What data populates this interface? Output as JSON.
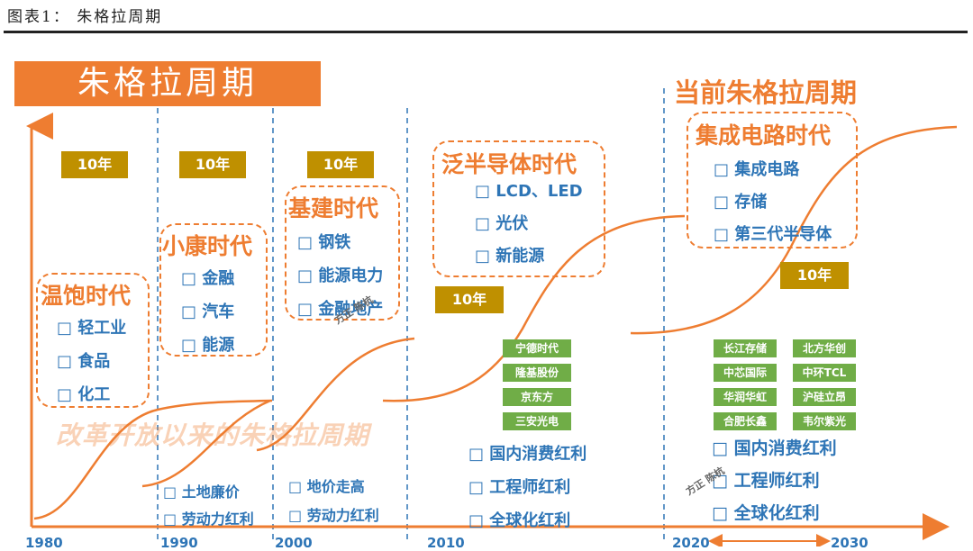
{
  "figure_caption": "图表1：  朱格拉周期",
  "main_title": "朱格拉周期",
  "current_title": "当前朱格拉周期",
  "slogan": "改革开放以来的朱格拉周期",
  "watermark": "方正 陈杭",
  "decade_label": "10年",
  "eras": [
    {
      "title": "温饱时代",
      "items": [
        "□ 轻工业",
        "□ 食品",
        "□ 化工"
      ]
    },
    {
      "title": "小康时代",
      "items": [
        "□ 金融",
        "□ 汽车",
        "□ 能源"
      ]
    },
    {
      "title": "基建时代",
      "items": [
        "□ 钢铁",
        "□ 能源电力",
        "□ 金融地产"
      ]
    },
    {
      "title": "泛半导体时代",
      "items": [
        "□ LCD、LED",
        "□ 光伏",
        "□ 新能源"
      ]
    },
    {
      "title": "集成电路时代",
      "items": [
        "□ 集成电路",
        "□ 存储",
        "□ 第三代半导体"
      ]
    }
  ],
  "dividends": {
    "d1990": [
      "□ 土地廉价",
      "□ 劳动力红利"
    ],
    "d2000": [
      "□ 地价走高",
      "□ 劳动力红利"
    ],
    "d2010": [
      "□ 国内消费红利",
      "□ 工程师红利",
      "□ 全球化红利"
    ],
    "d2020": [
      "□ 国内消费红利",
      "□ 工程师红利",
      "□ 全球化红利"
    ]
  },
  "companies_2010": [
    "宁德时代",
    "隆基股份",
    "京东方",
    "三安光电"
  ],
  "companies_2020": [
    "长江存储",
    "北方华创",
    "中芯国际",
    "中环TCL",
    "华润华虹",
    "沪硅立昂",
    "合肥长鑫",
    "韦尔紫光"
  ],
  "years": [
    "1980",
    "1990",
    "2000",
    "2010",
    "2020",
    "2030"
  ],
  "colors": {
    "accent": "#ee7d31",
    "blue": "#2e75b6",
    "gold": "#bf9000",
    "green": "#70ad47"
  }
}
